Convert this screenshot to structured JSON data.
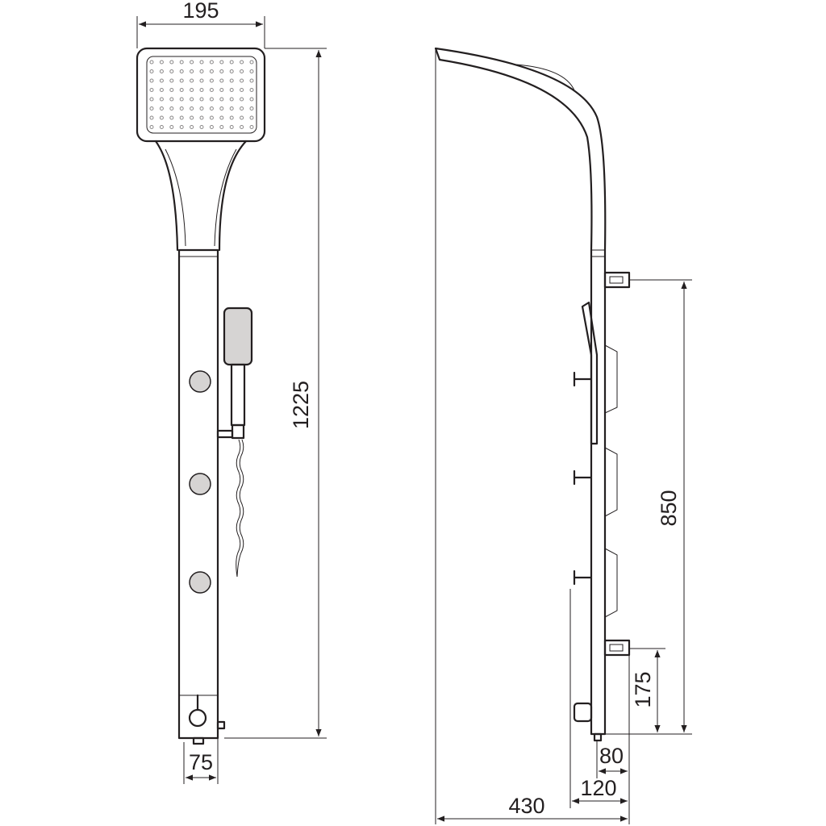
{
  "drawing": {
    "front_view": {
      "width_label": "195",
      "height_label": "1225",
      "column_width_label": "75"
    },
    "side_view": {
      "bracket_spacing_label": "850",
      "lower_bracket_height_label": "175",
      "depth_panel_label": "80",
      "depth_bracket_label": "120",
      "total_depth_label": "430"
    },
    "colors": {
      "line": "#231f20",
      "knob_fill": "#d6d4d3"
    }
  }
}
